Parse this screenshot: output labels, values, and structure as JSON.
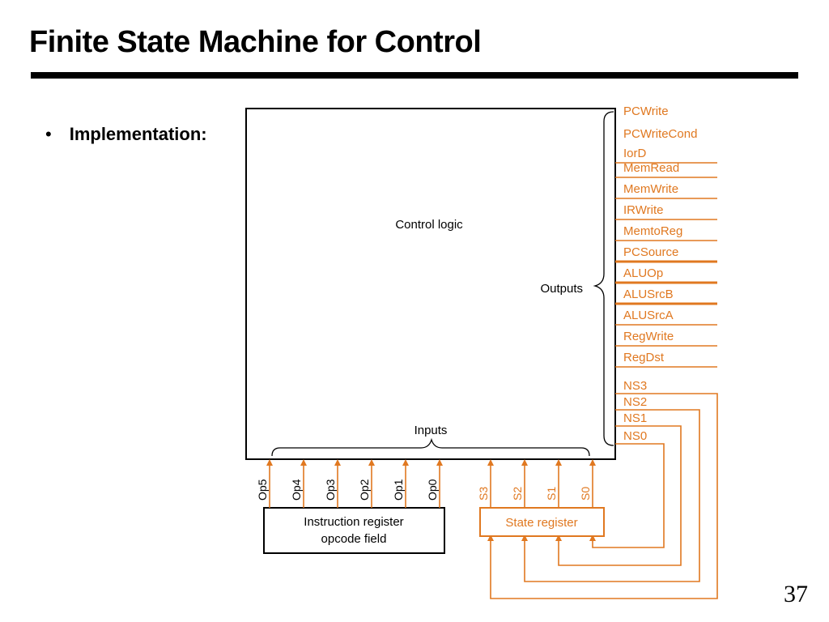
{
  "slide": {
    "title": "Finite State Machine for Control",
    "bullet": "Implementation:",
    "page_number": "37"
  },
  "diagram": {
    "control_block_label": "Control logic",
    "outputs_label": "Outputs",
    "inputs_label": "Inputs",
    "outputs": [
      "PCWrite",
      "PCWriteCond",
      "IorD",
      "MemRead",
      "MemWrite",
      "IRWrite",
      "MemtoReg",
      "PCSource",
      "ALUOp",
      "ALUSrcB",
      "ALUSrcA",
      "RegWrite",
      "RegDst"
    ],
    "next_state_outputs": [
      "NS3",
      "NS2",
      "NS1",
      "NS0"
    ],
    "opcode_inputs": [
      "Op5",
      "Op4",
      "Op3",
      "Op2",
      "Op1",
      "Op0"
    ],
    "state_inputs": [
      "S3",
      "S2",
      "S1",
      "S0"
    ],
    "instruction_register_label": [
      "Instruction register",
      "opcode field"
    ],
    "state_register_label": "State register"
  },
  "colors": {
    "signal": "#E07820",
    "ink": "#000000",
    "background": "#ffffff"
  }
}
